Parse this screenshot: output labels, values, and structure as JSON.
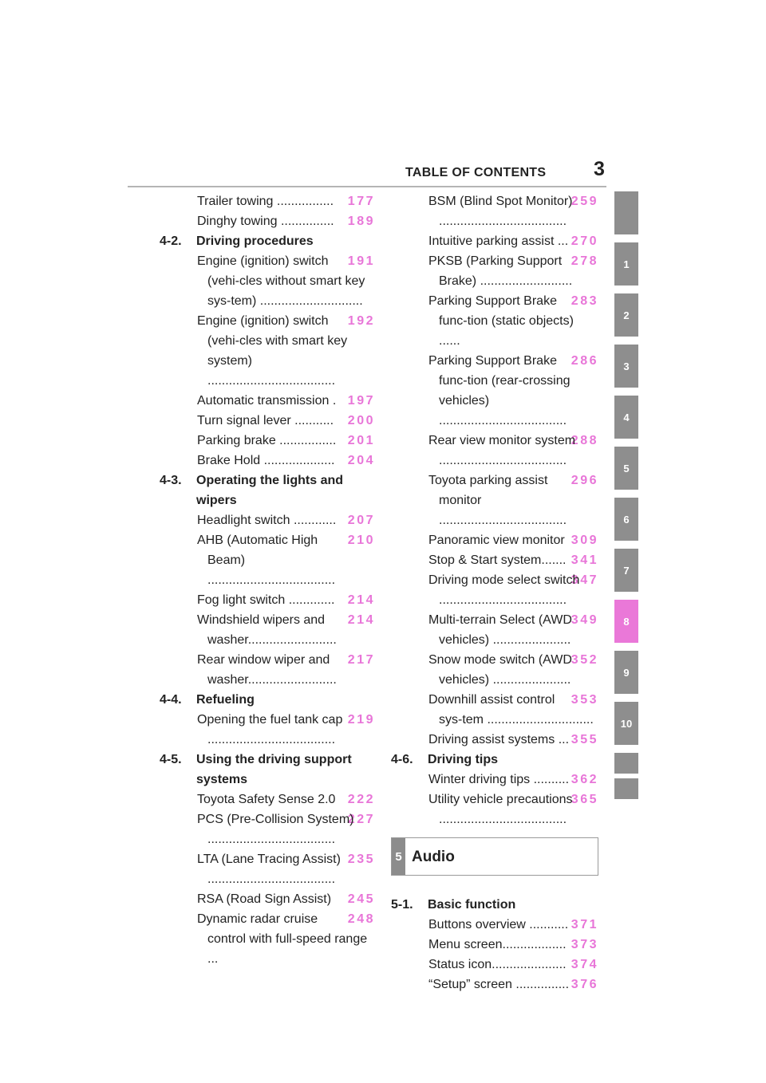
{
  "header": {
    "title": "TABLE OF CONTENTS",
    "page_number": "3"
  },
  "col1": [
    {
      "type": "entry",
      "text": "Trailer towing ................",
      "page": "177"
    },
    {
      "type": "entry",
      "text": "Dinghy towing ...............",
      "page": "189"
    },
    {
      "type": "section",
      "num": "4-2.",
      "title": "Driving procedures"
    },
    {
      "type": "entry",
      "text": "Engine (ignition) switch (vehi-cles without smart key sys-tem) .............................",
      "page": "191"
    },
    {
      "type": "entry",
      "text": "Engine (ignition) switch (vehi-cles with smart key system) ....................................",
      "page": "192"
    },
    {
      "type": "entry",
      "text": "Automatic transmission .",
      "page": "197"
    },
    {
      "type": "entry",
      "text": "Turn signal lever ...........",
      "page": "200"
    },
    {
      "type": "entry",
      "text": "Parking brake ................",
      "page": "201"
    },
    {
      "type": "entry",
      "text": "Brake Hold ....................",
      "page": "204"
    },
    {
      "type": "section",
      "num": "4-3.",
      "title": "Operating the lights and wipers"
    },
    {
      "type": "entry",
      "text": "Headlight switch ............",
      "page": "207"
    },
    {
      "type": "entry",
      "text": "AHB (Automatic High Beam) ....................................",
      "page": "210"
    },
    {
      "type": "entry",
      "text": "Fog light switch .............",
      "page": "214"
    },
    {
      "type": "entry",
      "text": "Windshield wipers and washer.........................",
      "page": "214"
    },
    {
      "type": "entry",
      "text": "Rear window wiper and washer.........................",
      "page": "217"
    },
    {
      "type": "section",
      "num": "4-4.",
      "title": "Refueling"
    },
    {
      "type": "entry",
      "text": "Opening the fuel tank cap ....................................",
      "page": "219"
    },
    {
      "type": "section",
      "num": "4-5.",
      "title": "Using the driving support systems"
    },
    {
      "type": "entry",
      "text": "Toyota Safety Sense 2.0",
      "page": "222"
    },
    {
      "type": "entry",
      "text": "PCS (Pre-Collision System) ....................................",
      "page": "227"
    },
    {
      "type": "entry",
      "text": "LTA (Lane Tracing Assist) ....................................",
      "page": "235"
    },
    {
      "type": "entry",
      "text": "RSA (Road Sign Assist)",
      "page": "245"
    },
    {
      "type": "entry",
      "text": "Dynamic radar cruise control with full-speed range ...",
      "page": "248"
    }
  ],
  "col2": [
    {
      "type": "entry",
      "text": "BSM (Blind Spot Monitor) ....................................",
      "page": "259"
    },
    {
      "type": "entry",
      "text": "Intuitive parking assist ...",
      "page": "270"
    },
    {
      "type": "entry",
      "text": "PKSB (Parking Support Brake) ..........................",
      "page": "278"
    },
    {
      "type": "entry",
      "text": "Parking Support Brake func-tion (static objects) ......",
      "page": "283"
    },
    {
      "type": "entry",
      "text": "Parking Support Brake func-tion (rear-crossing vehicles) ....................................",
      "page": "286"
    },
    {
      "type": "entry",
      "text": "Rear view monitor system ....................................",
      "page": "288"
    },
    {
      "type": "entry",
      "text": "Toyota parking assist monitor ....................................",
      "page": "296"
    },
    {
      "type": "entry",
      "text": "Panoramic view monitor",
      "page": "309"
    },
    {
      "type": "entry",
      "text": "Stop & Start system.......",
      "page": "341"
    },
    {
      "type": "entry",
      "text": "Driving mode select switch ....................................",
      "page": "347"
    },
    {
      "type": "entry",
      "text": "Multi-terrain Select (AWD vehicles) ......................",
      "page": "349"
    },
    {
      "type": "entry",
      "text": "Snow mode switch (AWD vehicles) ......................",
      "page": "352"
    },
    {
      "type": "entry",
      "text": "Downhill assist control sys-tem ..............................",
      "page": "353"
    },
    {
      "type": "entry",
      "text": "Driving assist systems ...",
      "page": "355"
    },
    {
      "type": "section",
      "num": "4-6.",
      "title": "Driving tips"
    },
    {
      "type": "entry",
      "text": "Winter driving tips ..........",
      "page": "362"
    },
    {
      "type": "entry",
      "text": "Utility vehicle precautions ....................................",
      "page": "365"
    },
    {
      "type": "box",
      "num": "5",
      "title": "Audio"
    },
    {
      "type": "section",
      "num": "5-1.",
      "title": "Basic function"
    },
    {
      "type": "entry",
      "text": "Buttons overview ...........",
      "page": "371"
    },
    {
      "type": "entry",
      "text": "Menu screen..................",
      "page": "373"
    },
    {
      "type": "entry",
      "text": "Status icon.....................",
      "page": "374"
    },
    {
      "type": "entry",
      "text": "“Setup” screen ...............",
      "page": "376"
    }
  ],
  "tabs": [
    {
      "label": "",
      "size": "lg"
    },
    {
      "label": "1"
    },
    {
      "label": "2"
    },
    {
      "label": "3"
    },
    {
      "label": "4"
    },
    {
      "label": "5"
    },
    {
      "label": "6"
    },
    {
      "label": "7"
    },
    {
      "label": "8",
      "active": true
    },
    {
      "label": "9"
    },
    {
      "label": "10"
    },
    {
      "label": "",
      "size": "sm"
    },
    {
      "label": "",
      "size": "sm"
    }
  ],
  "colors": {
    "accent": "#ea78d8",
    "page_number": "#e876d8",
    "tab_gray": "#8e8e8e"
  }
}
